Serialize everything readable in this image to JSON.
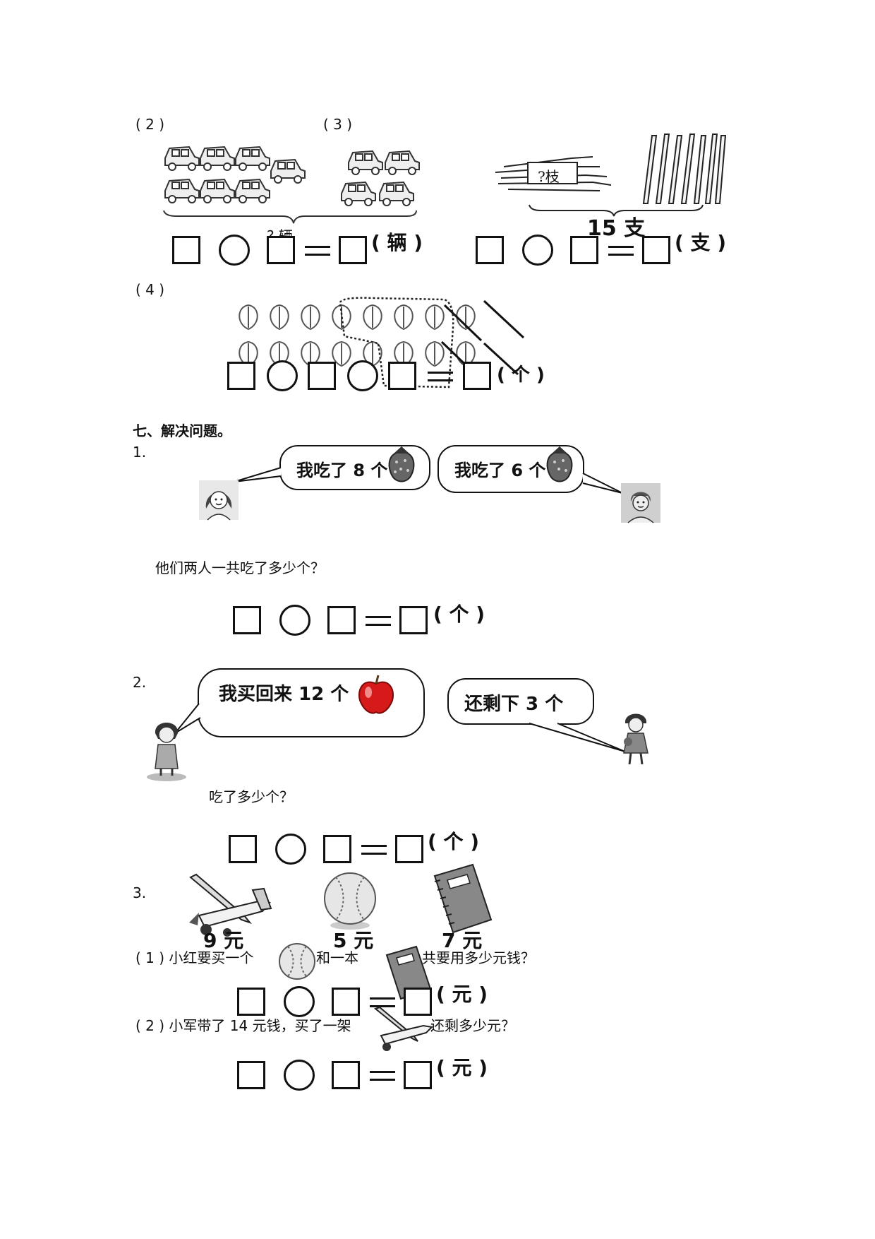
{
  "q2": {
    "label": "( 2 )",
    "question_mark": "? 辆",
    "unit": "( 辆 )"
  },
  "q3": {
    "label": "( 3 )",
    "tag": "?枝",
    "total": "15 支",
    "unit": "( 支 )"
  },
  "q4": {
    "label": "( 4 )",
    "unit": "( 个 )"
  },
  "section": {
    "title": "七、解决问题。"
  },
  "p1": {
    "num": "1.",
    "bubble_left": "我吃了 8 个",
    "bubble_right": "我吃了 6 个",
    "question": "他们两人一共吃了多少个？",
    "unit": "( 个 )"
  },
  "p2": {
    "num": "2.",
    "bubble_left": "我买回来 12 个",
    "bubble_right": "还剩下 3 个",
    "question": "吃了多少个？",
    "unit": "( 个 )"
  },
  "p3": {
    "num": "3.",
    "price_plane": "9 元",
    "price_ball": "5 元",
    "price_book": "7 元",
    "sub1_a": "( 1 ) 小红要买一个",
    "sub1_b": "和一本",
    "sub1_c": "共要用多少元钱？",
    "sub1_unit": "( 元 )",
    "sub2_a": "( 2 ) 小军带了 14 元钱，买了一架",
    "sub2_b": "还剩多少元？",
    "sub2_unit": "( 元 )"
  }
}
